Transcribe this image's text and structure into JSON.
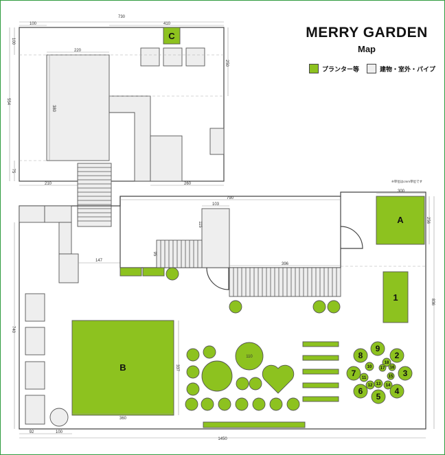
{
  "header": {
    "title": "MERRY GARDEN",
    "subtitle": "Map",
    "unit_note": "※単位はcmm単位です"
  },
  "legend": [
    {
      "label": "プランター等",
      "color": "#8dc21f"
    },
    {
      "label": "建物・室外・パイプ",
      "color": "#eeeeee"
    }
  ],
  "colors": {
    "planter": "#8dc21f",
    "structure": "#eeeeee",
    "frame": "#2e9a3e",
    "line": "#444444"
  },
  "zones": {
    "A": "A",
    "B": "B",
    "C": "C",
    "z1": "1"
  },
  "dimensions": {
    "top_width": "730",
    "top_c_offset": "410",
    "top_left": "100",
    "top_side": "100",
    "top_building": "220",
    "top_right_h": "250",
    "top_height": "554",
    "top_building_h": "380",
    "top_bottom_left": "210",
    "top_bottom_right": "260",
    "top_bottom_small": "75",
    "deck_width": "790",
    "deck_box": "103",
    "deck_box_h": "115",
    "stair_h": "95",
    "terrace": "396",
    "gap": "147",
    "a_width": "300",
    "a_height": "256",
    "right_height": "836",
    "left_height": "740",
    "b_height": "337",
    "b_width": "360",
    "bottom_left": "92",
    "bottom_circle": "100",
    "total_width": "1450",
    "round_table": "110"
  },
  "planter_numbers": [
    "9",
    "8",
    "2",
    "7",
    "10",
    "18",
    "17",
    "16",
    "3",
    "11",
    "12",
    "13",
    "14",
    "15",
    "6",
    "5",
    "4"
  ]
}
